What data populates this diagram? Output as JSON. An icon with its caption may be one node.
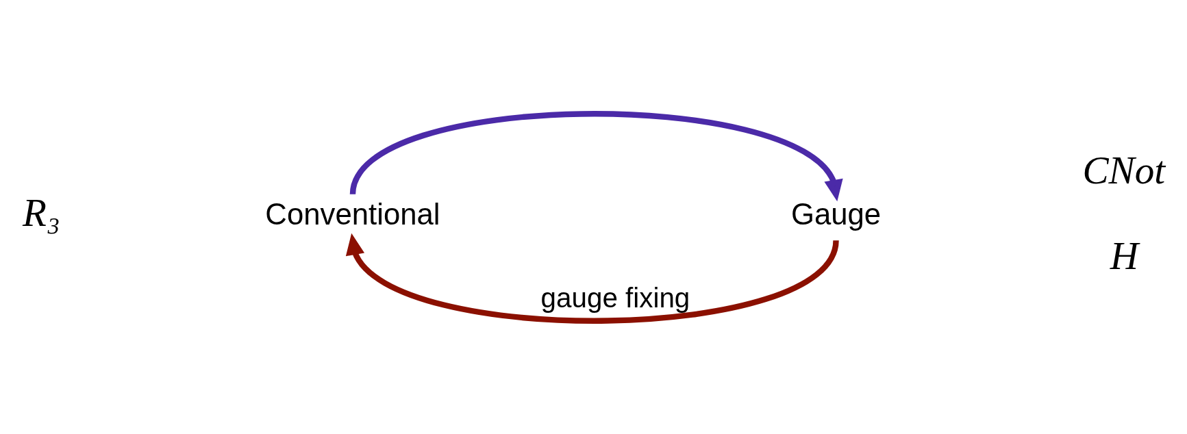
{
  "diagram": {
    "nodes": [
      {
        "text": [
          "Conventional"
        ]
      },
      {
        "text": [
          "Gauge"
        ]
      }
    ],
    "edges": [
      {
        "from": 0,
        "to": 1,
        "arrow": "to",
        "color": "#4b2aa8"
      },
      {
        "from": 1,
        "to": 0,
        "arrow": "to",
        "label": "gauge fixing",
        "color": "#8b1000"
      }
    ],
    "labels": [
      "R₃",
      "CNot",
      "H"
    ]
  }
}
